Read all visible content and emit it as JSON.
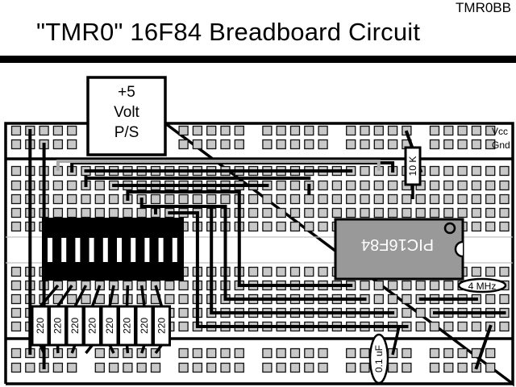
{
  "header": {
    "doc_id": "TMR0BB",
    "title": "\"TMR0\" 16F84 Breadboard Circuit"
  },
  "power_supply": {
    "label_lines": [
      "+5",
      "Volt",
      "P/S"
    ]
  },
  "rails": {
    "top_labels": [
      "Vcc",
      "Gnd"
    ]
  },
  "components": {
    "microcontroller": {
      "label": "PIC16F84",
      "orientation": "upside-down"
    },
    "pullup_resistor": {
      "label": "10 K"
    },
    "led_resistors": {
      "label": "220",
      "count": 8
    },
    "crystal": {
      "label": "4 MHz"
    },
    "capacitor": {
      "label": "0.1 uF"
    },
    "led_bar": {
      "segments": 10
    }
  },
  "colors": {
    "hole_fill": "#c8c8c8",
    "chip_fill": "#999999",
    "wire": "#000000",
    "wire_grey": "#aaaaaa"
  }
}
